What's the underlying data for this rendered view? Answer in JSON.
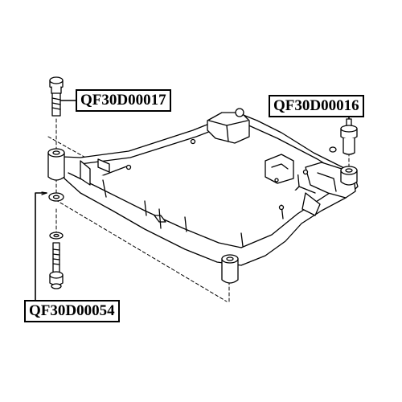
{
  "labels": {
    "bolt_top": "QF30D00017",
    "bushing_right": "QF30D00016",
    "bolt_long": "QF30D00054"
  },
  "colors": {
    "stroke": "#000000",
    "background": "#ffffff"
  }
}
